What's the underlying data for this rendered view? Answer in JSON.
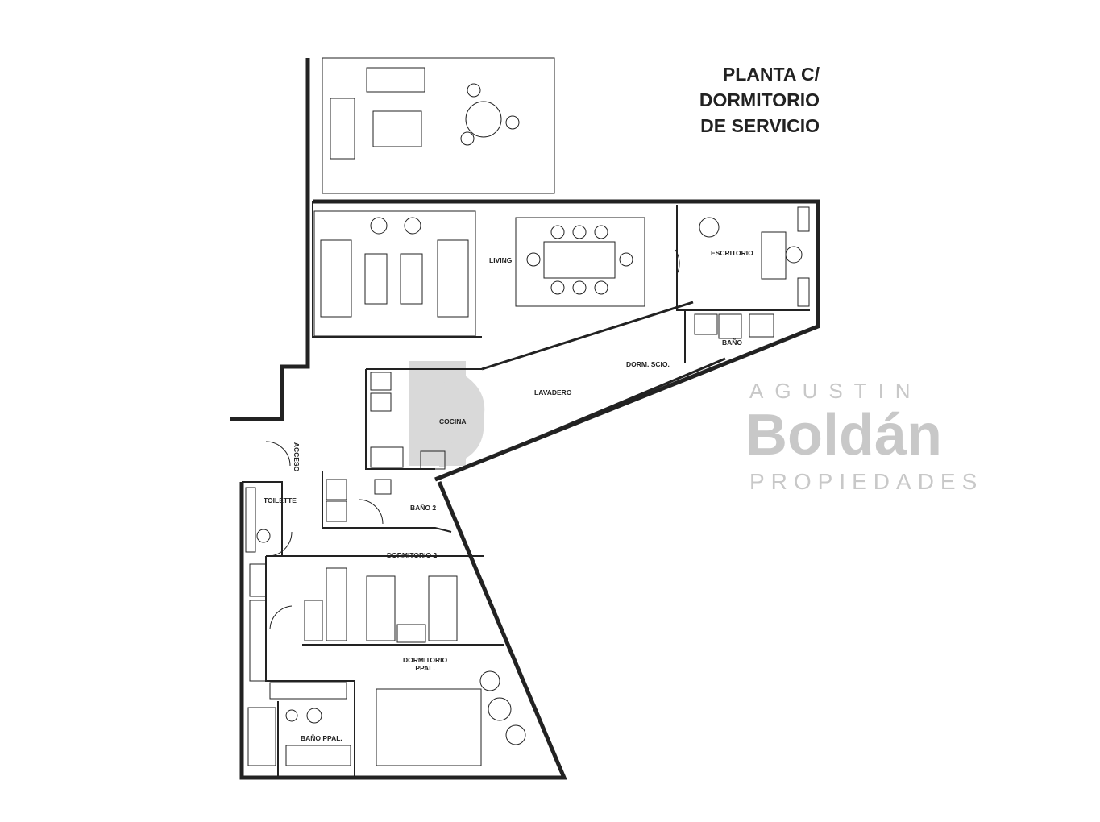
{
  "title": [
    "PLANTA C/",
    "DORMITORIO",
    "DE SERVICIO"
  ],
  "rooms": {
    "living": "LIVING",
    "escritorio": "ESCRITORIO",
    "bano": "BAÑO",
    "dorm_scio": "DORM. SCIO.",
    "lavadero": "LAVADERO",
    "cocina": "COCINA",
    "acceso": "ACCESO",
    "toilette": "TOILETTE",
    "bano2": "BAÑO 2",
    "dormitorio2": "DORMITORIO 2",
    "dormitorio_ppal": [
      "DORMITORIO",
      "PPAL."
    ],
    "bano_ppal": "BAÑO PPAL."
  },
  "watermark": {
    "top": "AGUSTIN",
    "brand": "Boldán",
    "bottom": "PROPIEDADES"
  }
}
